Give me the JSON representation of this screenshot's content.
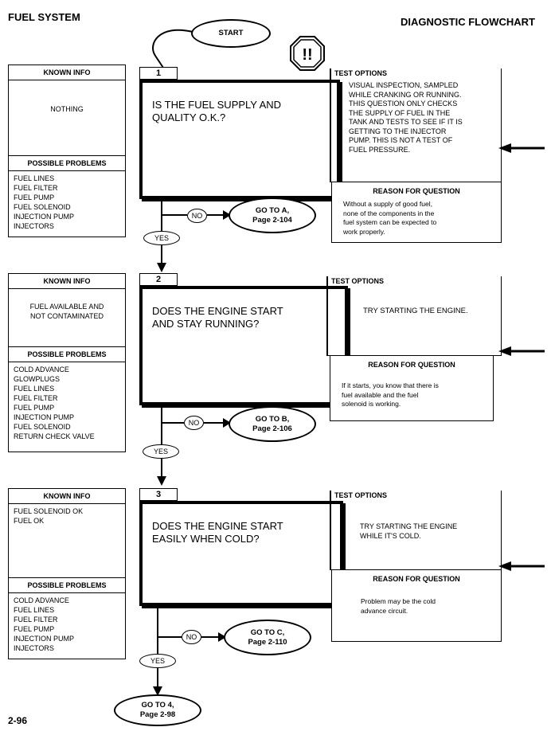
{
  "header": {
    "left_title": "FUEL SYSTEM",
    "right_title": "DIAGNOSTIC FLOWCHART"
  },
  "start_label": "START",
  "warning_symbol": "!!",
  "steps": [
    {
      "number": "1",
      "question": "IS THE FUEL SUPPLY AND\nQUALITY O.K.?",
      "known_info_title": "KNOWN INFO",
      "known_info": "NOTHING",
      "possible_problems_title": "POSSIBLE PROBLEMS",
      "possible_problems": [
        "FUEL LINES",
        "FUEL FILTER",
        "FUEL PUMP",
        "FUEL SOLENOID",
        "INJECTION PUMP",
        "INJECTORS"
      ],
      "test_options_title": "TEST OPTIONS",
      "test_options": "VISUAL INSPECTION, SAMPLED\nWHILE CRANKING OR RUNNING.\nTHIS QUESTION ONLY CHECKS\nTHE SUPPLY OF FUEL IN THE\nTANK AND TESTS TO SEE IF IT IS\nGETTING TO THE INJECTOR\nPUMP. THIS IS NOT A TEST OF\nFUEL PRESSURE.",
      "reason_title": "REASON FOR QUESTION",
      "reason": "Without a supply of good fuel,\nnone of the components in the\nfuel system can be expected to\nwork properly.",
      "no_label": "NO",
      "yes_label": "YES",
      "goto": "GO TO A,\nPage 2-104"
    },
    {
      "number": "2",
      "question": "DOES THE ENGINE START\nAND STAY RUNNING?",
      "known_info_title": "KNOWN INFO",
      "known_info": "FUEL AVAILABLE AND\nNOT CONTAMINATED",
      "possible_problems_title": "POSSIBLE PROBLEMS",
      "possible_problems": [
        "COLD ADVANCE",
        "GLOWPLUGS",
        "FUEL LINES",
        "FUEL FILTER",
        "FUEL PUMP",
        "INJECTION PUMP",
        "FUEL SOLENOID",
        "RETURN CHECK VALVE"
      ],
      "test_options_title": "TEST OPTIONS",
      "test_options": "TRY STARTING THE ENGINE.",
      "reason_title": "REASON FOR QUESTION",
      "reason": "If it starts, you know that there is\nfuel available and the fuel\nsolenoid is working.",
      "no_label": "NO",
      "yes_label": "YES",
      "goto": "GO TO B,\nPage 2-106"
    },
    {
      "number": "3",
      "question": "DOES THE ENGINE START\nEASILY WHEN COLD?",
      "known_info_title": "KNOWN INFO",
      "known_info": "FUEL SOLENOID OK\nFUEL OK",
      "possible_problems_title": "POSSIBLE PROBLEMS",
      "possible_problems": [
        "COLD ADVANCE",
        "FUEL LINES",
        "FUEL FILTER",
        "FUEL PUMP",
        "INJECTION PUMP",
        "INJECTORS"
      ],
      "test_options_title": "TEST OPTIONS",
      "test_options": "TRY STARTING THE ENGINE\nWHILE IT'S COLD.",
      "reason_title": "REASON FOR QUESTION",
      "reason": "Problem may be the cold\nadvance circuit.",
      "no_label": "NO",
      "yes_label": "YES",
      "goto": "GO TO C,\nPage 2-110"
    }
  ],
  "final_goto": "GO TO 4,\nPage 2-98",
  "page_number": "2-96"
}
